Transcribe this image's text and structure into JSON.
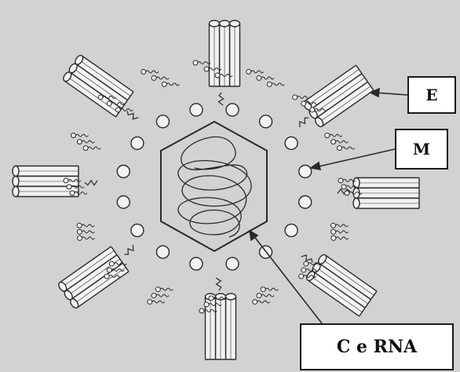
{
  "labels": {
    "e": "E",
    "m": "M",
    "c_rna": "C e RNA"
  },
  "colors": {
    "background": "#d2d2d2",
    "line": "#2a2a2a",
    "cylinder_fill": "#f2f2f2",
    "callout_fill": "#ffffff"
  },
  "components": {
    "cylinder_bundles": 8,
    "membrane_circles": 16,
    "lipid_tail_groups": 16
  }
}
